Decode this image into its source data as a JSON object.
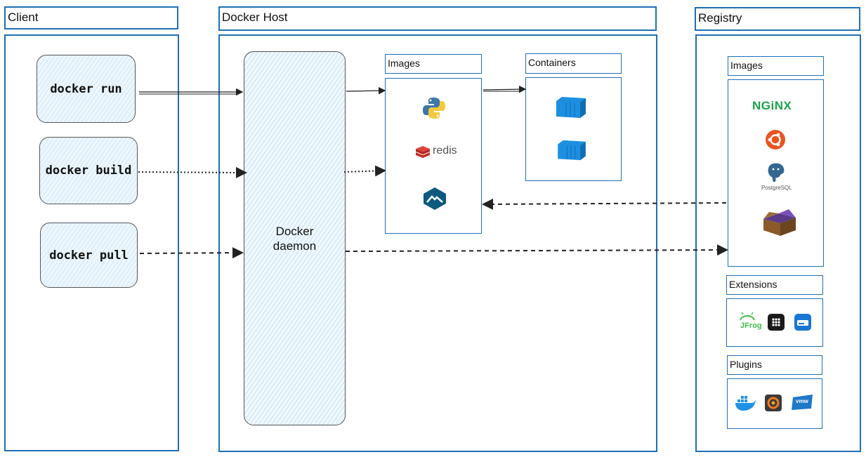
{
  "client": {
    "title": "Client",
    "commands": [
      "docker run",
      "docker build",
      "docker pull"
    ]
  },
  "host": {
    "title": "Docker Host",
    "daemon_line1": "Docker",
    "daemon_line2": "daemon",
    "images_label": "Images",
    "containers_label": "Containers",
    "redis_text": "redis"
  },
  "registry": {
    "title": "Registry",
    "images_label": "Images",
    "extensions_label": "Extensions",
    "plugins_label": "Plugins",
    "nginx_text": "NGiNX",
    "postgres_text": "PostgreSQL",
    "jfrog_text": "JFrog",
    "vmw_text": "vmw"
  },
  "icons": {
    "host_images": [
      "python-icon",
      "redis-icon",
      "alpine-icon"
    ],
    "containers": [
      "container-icon",
      "container-icon"
    ],
    "registry_images": [
      "nginx-icon",
      "ubuntu-icon",
      "postgresql-icon",
      "box-icon"
    ],
    "extensions": [
      "jfrog-icon",
      "grid-app-icon",
      "drive-icon"
    ],
    "plugins": [
      "docker-whale-icon",
      "grafana-icon",
      "vmware-icon"
    ]
  },
  "colors": {
    "border": "#1f6fb5",
    "nginx": "#1aa34a",
    "ubuntu": "#e95420",
    "container": "#1d8fe0"
  }
}
